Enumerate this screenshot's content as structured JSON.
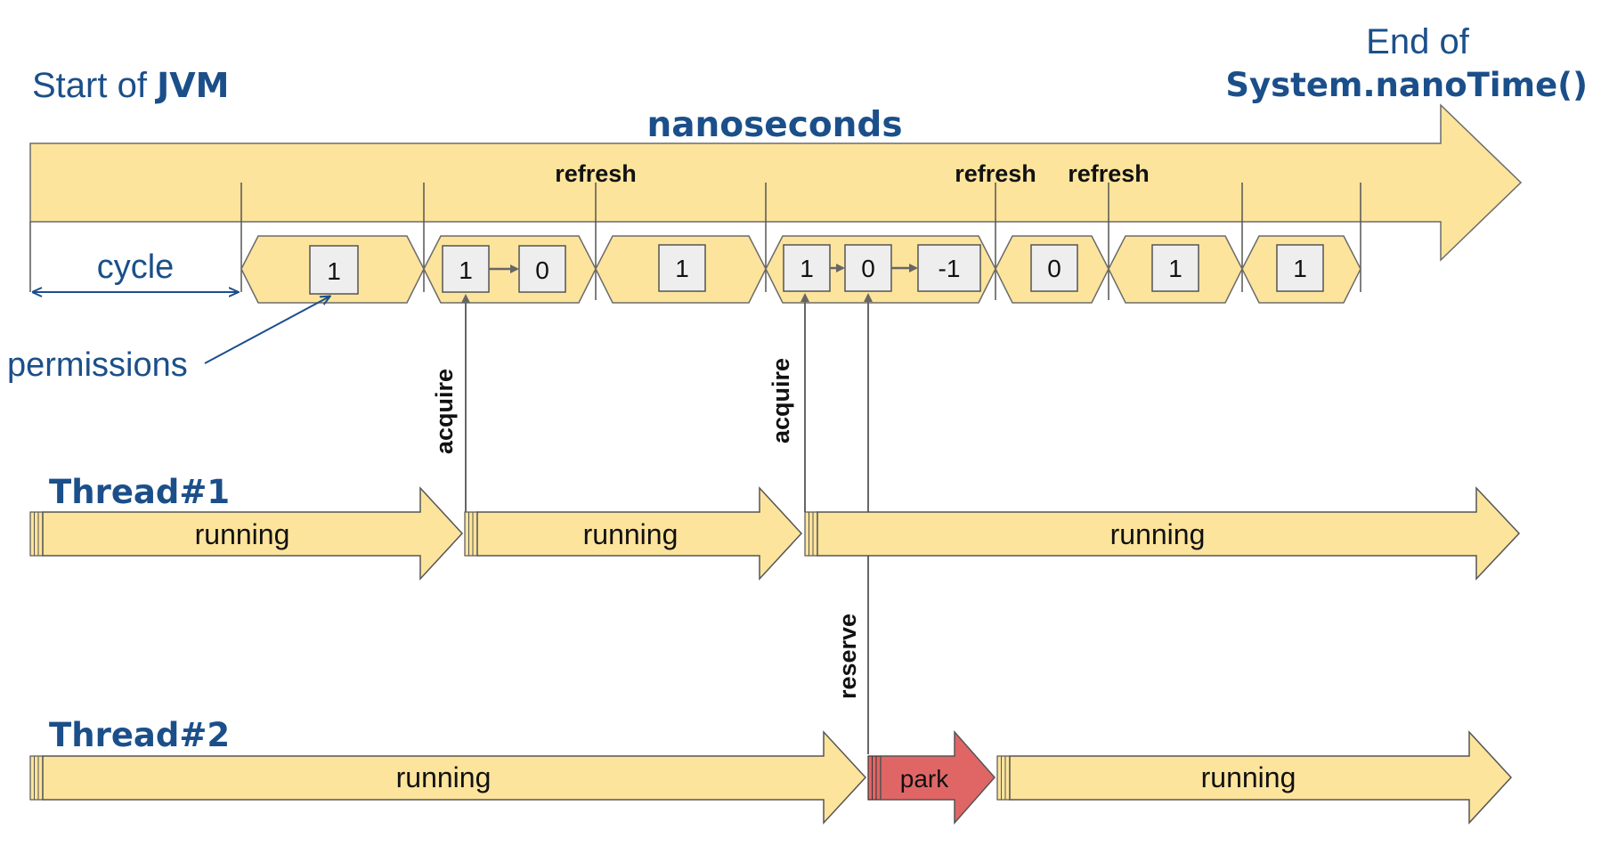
{
  "header": {
    "start_prefix": "Start of ",
    "start_bold": "JVM",
    "end_line1": "End of",
    "end_line2": "System.nanoTime()",
    "axis_label": "nanoseconds"
  },
  "labels": {
    "cycle": "cycle",
    "permissions": "permissions",
    "refresh": "refresh",
    "acquire": "acquire",
    "reserve": "reserve",
    "thread1": "Thread#1",
    "thread2": "Thread#2",
    "running": "running",
    "park": "park"
  },
  "cycles": [
    {
      "permissions": [
        "1"
      ]
    },
    {
      "permissions": [
        "1",
        "0"
      ]
    },
    {
      "permissions": [
        "1"
      ]
    },
    {
      "permissions": [
        "1",
        "0",
        "-1"
      ]
    },
    {
      "permissions": [
        "0"
      ]
    },
    {
      "permissions": [
        "1"
      ]
    },
    {
      "permissions": [
        "1"
      ]
    }
  ],
  "refresh_events": [
    "refresh",
    "refresh",
    "refresh"
  ],
  "thread1": {
    "name": "Thread#1",
    "segments": [
      {
        "state": "running",
        "label": "running"
      },
      {
        "state": "running",
        "label": "running"
      },
      {
        "state": "running",
        "label": "running"
      }
    ]
  },
  "thread2": {
    "name": "Thread#2",
    "segments": [
      {
        "state": "running",
        "label": "running"
      },
      {
        "state": "park",
        "label": "park"
      },
      {
        "state": "running",
        "label": "running"
      }
    ]
  },
  "colors": {
    "band_fill": "#fde49c",
    "band_stroke": "#6b6b6b",
    "park_fill": "#e06666",
    "box_fill": "#eeeeee",
    "title_blue": "#1b4f8a"
  }
}
